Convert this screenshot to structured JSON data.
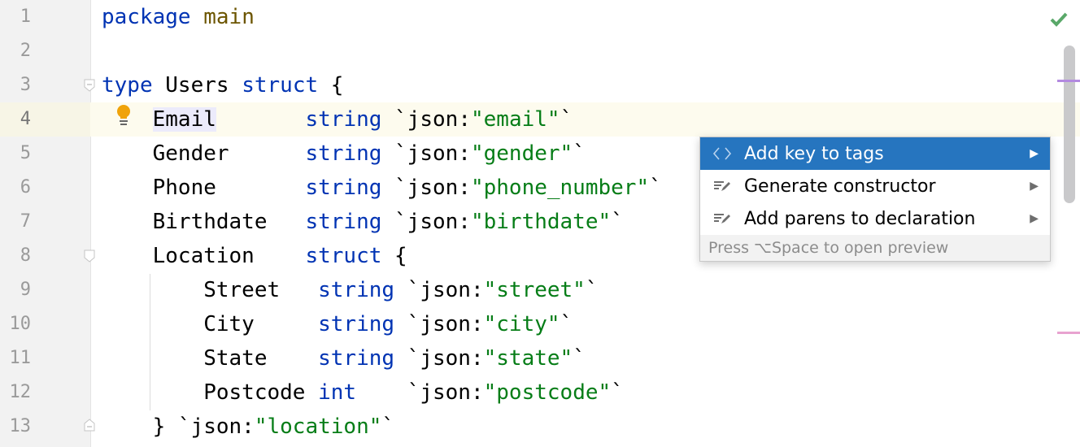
{
  "editor": {
    "line_numbers": [
      "1",
      "2",
      "3",
      "4",
      "5",
      "6",
      "7",
      "8",
      "9",
      "10",
      "11",
      "12",
      "13"
    ],
    "lines": [
      [
        {
          "t": "package",
          "c": "kw"
        },
        {
          "t": " "
        },
        {
          "t": "main",
          "c": "pk"
        }
      ],
      [],
      [
        {
          "t": "type",
          "c": "kw"
        },
        {
          "t": " Users "
        },
        {
          "t": "struct",
          "c": "kw"
        },
        {
          "t": " {"
        }
      ],
      [
        {
          "t": "    "
        },
        {
          "t": "Email",
          "c": "hl"
        },
        {
          "t": "       "
        },
        {
          "t": "string",
          "c": "ty"
        },
        {
          "t": " `json:"
        },
        {
          "t": "\"email\"",
          "c": "st"
        },
        {
          "t": "`"
        }
      ],
      [
        {
          "t": "    Gender      "
        },
        {
          "t": "string",
          "c": "ty"
        },
        {
          "t": " `json:"
        },
        {
          "t": "\"gender\"",
          "c": "st"
        },
        {
          "t": "`"
        }
      ],
      [
        {
          "t": "    Phone       "
        },
        {
          "t": "string",
          "c": "ty"
        },
        {
          "t": " `json:"
        },
        {
          "t": "\"phone_number\"",
          "c": "st"
        },
        {
          "t": "`"
        }
      ],
      [
        {
          "t": "    Birthdate   "
        },
        {
          "t": "string",
          "c": "ty"
        },
        {
          "t": " `json:"
        },
        {
          "t": "\"birthdate\"",
          "c": "st"
        },
        {
          "t": "`"
        }
      ],
      [
        {
          "t": "    Location    "
        },
        {
          "t": "struct",
          "c": "kw"
        },
        {
          "t": " {"
        }
      ],
      [
        {
          "t": "        Street   "
        },
        {
          "t": "string",
          "c": "ty"
        },
        {
          "t": " `json:"
        },
        {
          "t": "\"street\"",
          "c": "st"
        },
        {
          "t": "`"
        }
      ],
      [
        {
          "t": "        City     "
        },
        {
          "t": "string",
          "c": "ty"
        },
        {
          "t": " `json:"
        },
        {
          "t": "\"city\"",
          "c": "st"
        },
        {
          "t": "`"
        }
      ],
      [
        {
          "t": "        State    "
        },
        {
          "t": "string",
          "c": "ty"
        },
        {
          "t": " `json:"
        },
        {
          "t": "\"state\"",
          "c": "st"
        },
        {
          "t": "`"
        }
      ],
      [
        {
          "t": "        Postcode "
        },
        {
          "t": "int",
          "c": "ty"
        },
        {
          "t": "    `json:"
        },
        {
          "t": "\"postcode\"",
          "c": "st"
        },
        {
          "t": "`"
        }
      ],
      [
        {
          "t": "    } `json:"
        },
        {
          "t": "\"location\"",
          "c": "st"
        },
        {
          "t": "`"
        }
      ]
    ],
    "current_line": 4
  },
  "popup": {
    "items": [
      {
        "label": "Add key to tags",
        "icon": "code-brackets-icon",
        "selected": true
      },
      {
        "label": "Generate constructor",
        "icon": "edit-intention-icon",
        "selected": false
      },
      {
        "label": "Add parens to declaration",
        "icon": "edit-intention-icon",
        "selected": false
      }
    ],
    "footer": "Press ⌥Space to open preview"
  },
  "status": {
    "inspection": "ok"
  },
  "colors": {
    "selection": "#2675bf",
    "keyword": "#0033b3",
    "string": "#067d17",
    "package": "#6c5500"
  }
}
